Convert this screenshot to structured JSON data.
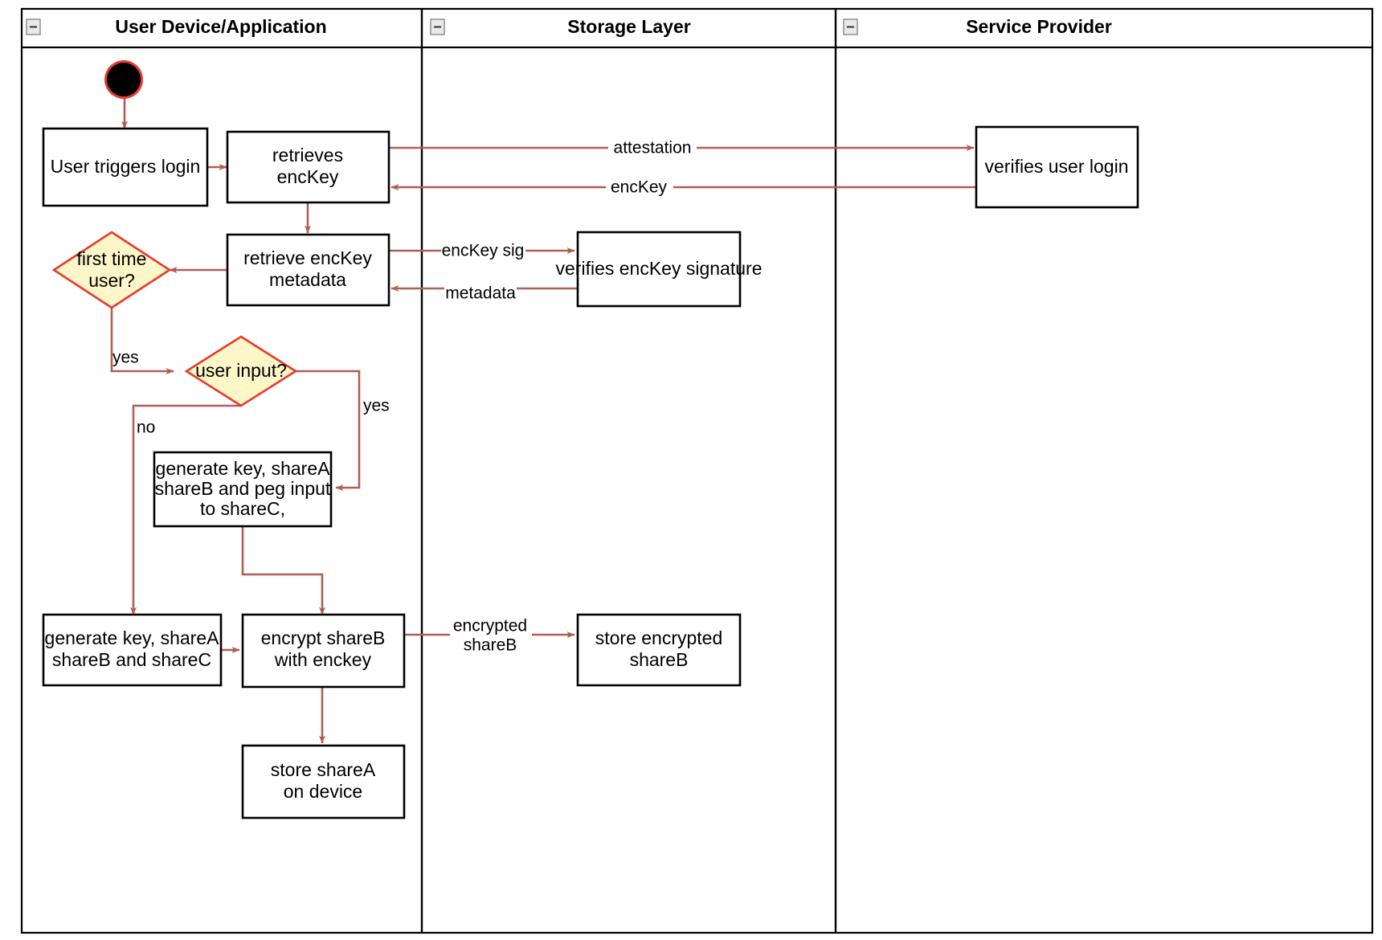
{
  "diagram": {
    "type": "uml-activity-swimlane",
    "title": "Login and key sharing flow",
    "colors": {
      "flow_stroke": "#b05f55",
      "node_stroke": "#000000",
      "node_fill": "#ffffff",
      "decision_stroke": "#e8392a",
      "decision_fill": "#fcf6c8",
      "start_ring": "#e8392a",
      "start_fill": "#000000",
      "frame": "#000000",
      "background": "#ffffff"
    }
  },
  "lanes": [
    {
      "id": "user-device",
      "title": "User Device/Application",
      "collapse_icon": "collapse-minus-icon"
    },
    {
      "id": "storage-layer",
      "title": "Storage Layer",
      "collapse_icon": "collapse-minus-icon"
    },
    {
      "id": "service-provider",
      "title": "Service Provider",
      "collapse_icon": "collapse-minus-icon"
    }
  ],
  "nodes": [
    {
      "id": "start",
      "kind": "initial-node",
      "lane": "user-device",
      "label": ""
    },
    {
      "id": "user-triggers-login",
      "kind": "action",
      "lane": "user-device",
      "label": "User triggers login"
    },
    {
      "id": "retrieves-enckey",
      "kind": "action",
      "lane": "user-device",
      "label_line1": "retrieves",
      "label_line2": "encKey"
    },
    {
      "id": "retrieve-enckey-metadata",
      "kind": "action",
      "lane": "user-device",
      "label_line1": "retrieve encKey",
      "label_line2": "metadata"
    },
    {
      "id": "first-time-user",
      "kind": "decision",
      "lane": "user-device",
      "label_line1": "first time",
      "label_line2": "user?"
    },
    {
      "id": "user-input",
      "kind": "decision",
      "lane": "user-device",
      "label": "user input?"
    },
    {
      "id": "generate-peg",
      "kind": "action",
      "lane": "user-device",
      "label_line1": "generate key, shareA",
      "label_line2": "shareB and peg input",
      "label_line3": "to shareC,"
    },
    {
      "id": "generate-abc",
      "kind": "action",
      "lane": "user-device",
      "label_line1": "generate key, shareA",
      "label_line2": "shareB and shareC"
    },
    {
      "id": "encrypt-shareb",
      "kind": "action",
      "lane": "user-device",
      "label_line1": "encrypt shareB",
      "label_line2": "with enckey"
    },
    {
      "id": "store-sharea",
      "kind": "action",
      "lane": "user-device",
      "label_line1": "store shareA",
      "label_line2": "on device"
    },
    {
      "id": "verifies-enckey-signature",
      "kind": "action",
      "lane": "storage-layer",
      "label": "verifies encKey signature"
    },
    {
      "id": "store-encrypted-shareb",
      "kind": "action",
      "lane": "storage-layer",
      "label_line1": "store encrypted",
      "label_line2": "shareB"
    },
    {
      "id": "verifies-user-login",
      "kind": "action",
      "lane": "service-provider",
      "label": "verifies user login"
    }
  ],
  "edges": [
    {
      "id": "e-start-login",
      "from": "start",
      "to": "user-triggers-login",
      "label": ""
    },
    {
      "id": "e-login-retrieves",
      "from": "user-triggers-login",
      "to": "retrieves-enckey",
      "label": ""
    },
    {
      "id": "e-attestation",
      "from": "retrieves-enckey",
      "to": "verifies-user-login",
      "label": "attestation"
    },
    {
      "id": "e-enckey-back",
      "from": "verifies-user-login",
      "to": "retrieves-enckey",
      "label": "encKey"
    },
    {
      "id": "e-retrieves-metadata",
      "from": "retrieves-enckey",
      "to": "retrieve-enckey-metadata",
      "label": ""
    },
    {
      "id": "e-enckey-sig",
      "from": "retrieve-enckey-metadata",
      "to": "verifies-enckey-signature",
      "label": "encKey sig"
    },
    {
      "id": "e-metadata-back",
      "from": "verifies-enckey-signature",
      "to": "retrieve-enckey-metadata",
      "label": "metadata"
    },
    {
      "id": "e-metadata-firsttime",
      "from": "retrieve-enckey-metadata",
      "to": "first-time-user",
      "label": ""
    },
    {
      "id": "e-firsttime-yes",
      "from": "first-time-user",
      "to": "user-input",
      "label": "yes"
    },
    {
      "id": "e-userinput-yes",
      "from": "user-input",
      "to": "generate-peg",
      "label": "yes"
    },
    {
      "id": "e-userinput-no",
      "from": "user-input",
      "to": "generate-abc",
      "label": "no"
    },
    {
      "id": "e-peg-encrypt",
      "from": "generate-peg",
      "to": "encrypt-shareb",
      "label": ""
    },
    {
      "id": "e-abc-encrypt",
      "from": "generate-abc",
      "to": "encrypt-shareb",
      "label": ""
    },
    {
      "id": "e-encrypted-shareb",
      "from": "encrypt-shareb",
      "to": "store-encrypted-shareb",
      "label_line1": "encrypted",
      "label_line2": "shareB"
    },
    {
      "id": "e-encrypt-store-sharea",
      "from": "encrypt-shareb",
      "to": "store-sharea",
      "label": ""
    }
  ]
}
